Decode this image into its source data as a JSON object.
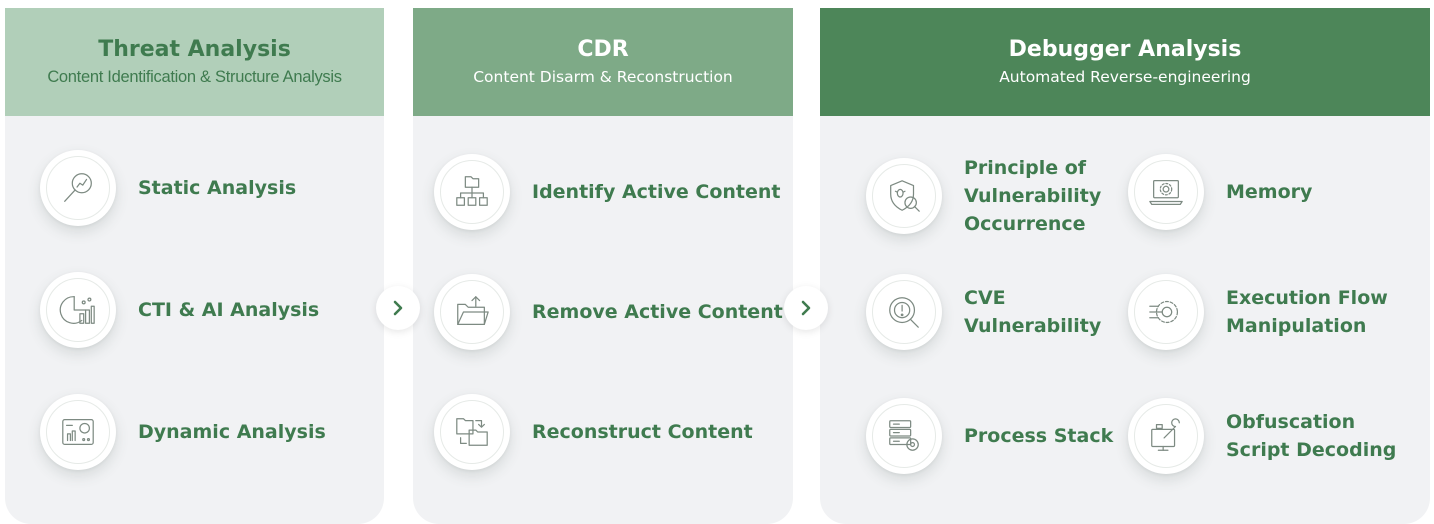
{
  "colors": {
    "accent": "#3f7b4f",
    "header_light": "#b1cfb9",
    "header_mid": "#7eaa87",
    "header_dark": "#4d8659",
    "card_bg": "#f1f2f4"
  },
  "threat": {
    "title": "Threat Analysis",
    "subtitle": "Content Identification & Structure Analysis",
    "items": [
      {
        "label": "Static Analysis",
        "icon": "magnifier-chart-icon"
      },
      {
        "label": "CTI & AI Analysis",
        "icon": "pie-bar-chart-icon"
      },
      {
        "label": "Dynamic Analysis",
        "icon": "dashboard-monitor-icon"
      }
    ]
  },
  "cdr": {
    "title": "CDR",
    "subtitle": "Content Disarm & Reconstruction",
    "items": [
      {
        "label": "Identify Active Content",
        "icon": "hierarchy-folder-icon"
      },
      {
        "label": "Remove Active Content",
        "icon": "folder-upload-icon"
      },
      {
        "label": "Reconstruct Content",
        "icon": "folder-swap-icon"
      }
    ]
  },
  "debugger": {
    "title": "Debugger Analysis",
    "subtitle": "Automated Reverse-engineering",
    "items": [
      {
        "label": "Principle of\nVulnerability\nOccurrence",
        "icon": "shield-bug-search-icon"
      },
      {
        "label": "Memory",
        "icon": "laptop-gear-icon"
      },
      {
        "label": "CVE\nVulnerability",
        "icon": "alert-search-icon"
      },
      {
        "label": "Execution Flow\nManipulation",
        "icon": "gear-flow-icon"
      },
      {
        "label": "Process Stack",
        "icon": "server-gear-icon"
      },
      {
        "label": "Obfuscation\nScript Decoding",
        "icon": "monitor-wrench-icon"
      }
    ]
  },
  "connectors": [
    {
      "icon": "chevron-right-icon"
    },
    {
      "icon": "chevron-right-icon"
    }
  ]
}
